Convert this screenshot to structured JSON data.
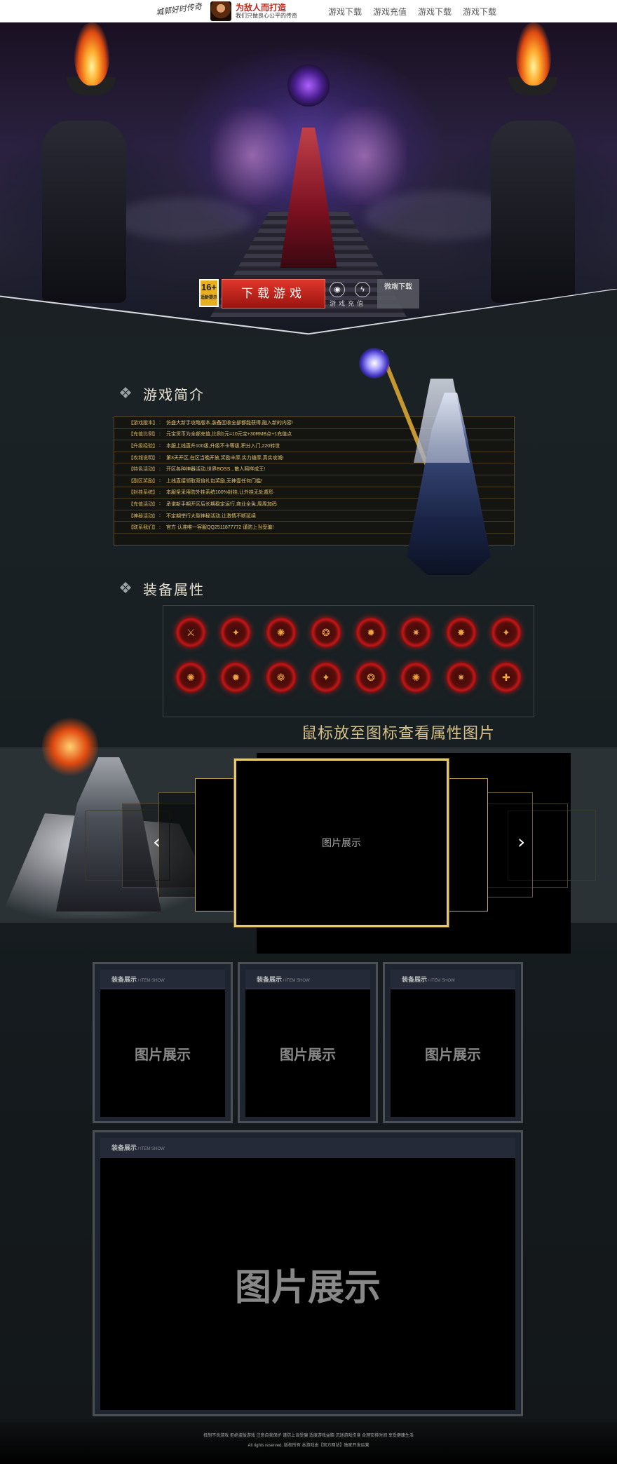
{
  "header": {
    "logo_script": "城郭好时传奇",
    "slogan_main": "为敌人而打造",
    "slogan_sub": "我们只做良心公平的传奇",
    "nav": [
      "游戏下载",
      "游戏充值",
      "游戏下载",
      "游戏下载"
    ]
  },
  "hero": {
    "age_rating": "16+",
    "age_rating_sub": "适龄提示",
    "download_button": "下载游戏",
    "sub_text": "游戏充值",
    "wechat_button": "微端下载"
  },
  "intro": {
    "title": "游戏简介",
    "rows": [
      {
        "key": "【游戏版本】",
        "value": "仿盛大新手攻略版本,装备回收全部都能获得,融入新的内容!"
      },
      {
        "key": "【充值比例】",
        "value": "元宝货币为全部充值,比例1元=10元宝+30RMB点+1充值点"
      },
      {
        "key": "【升级经验】",
        "value": "本服上线直升100级,升级不卡等级,积分入门,220转世"
      },
      {
        "key": "【攻城说明】",
        "value": "第3天开区,在区当晚开放,奖励丰厚,实力雄厚,真实攻城!"
      },
      {
        "key": "【特色活动】",
        "value": "开区各种神器活动,世界BOSS...散人照样成王!"
      },
      {
        "key": "【副区奖励】",
        "value": "上线直接领取双倍礼包奖励,无神壹任何门槛!"
      },
      {
        "key": "【封挂系统】",
        "value": "本服坚采用防外挂系统100%封挂,让外挂无处遁形"
      },
      {
        "key": "【充值活动】",
        "value": "承诺新手期开区后长期稳定运行,商业全免,周周加码"
      },
      {
        "key": "【神秘活动】",
        "value": "不定期举行大型神秘活动,让激情不断延续"
      },
      {
        "key": "【联系我们】",
        "value": "官方 认准唯一客服QQ2511877772 谨防上当受骗!"
      }
    ]
  },
  "equipment": {
    "title": "装备属性",
    "hint": "鼠标放至图标查看属性图片",
    "gems": [
      "⚔",
      "✦",
      "✺",
      "❂",
      "✹",
      "✷",
      "✸",
      "✦",
      "✺",
      "✹",
      "❁",
      "✦",
      "❂",
      "✺",
      "✷",
      "✚"
    ]
  },
  "carousel": {
    "placeholder": "图片展示",
    "prev": "‹",
    "next": "›"
  },
  "items": {
    "head_main": "装备展示",
    "head_sub": " / ITEM SHOW",
    "placeholder": "图片展示"
  },
  "footer": {
    "line1": "抵制不良游戏 拒绝盗版游戏 注意自我保护 谨防上当受骗 适度游戏益脑 沉迷游戏伤身 合理安排时间 享受健康生活",
    "line2": "All rights reserved. 版权所有 本游戏由【官方网站】独家开发运营"
  },
  "colors": {
    "accent_red": "#d12a1e",
    "gold": "#e4c870",
    "intro_text": "#e2c56f"
  }
}
